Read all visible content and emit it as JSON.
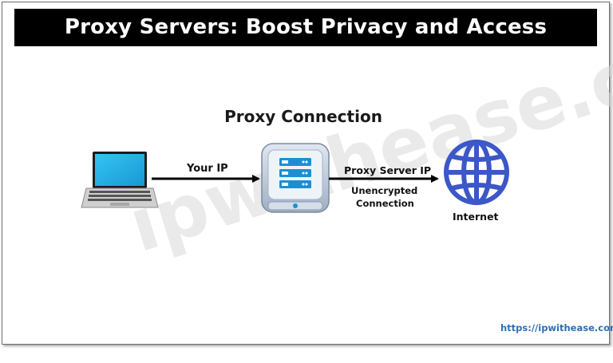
{
  "header": {
    "title": "Proxy Servers: Boost Privacy and Access"
  },
  "diagram": {
    "title": "Proxy Connection",
    "watermark": "ipwithease.com",
    "nodes": [
      {
        "id": "laptop",
        "icon": "laptop-icon",
        "label": ""
      },
      {
        "id": "proxy-server",
        "icon": "server-icon",
        "label": ""
      },
      {
        "id": "internet",
        "icon": "globe-icon",
        "label": "Internet"
      }
    ],
    "edges": [
      {
        "from": "laptop",
        "to": "proxy-server",
        "label": "Your IP"
      },
      {
        "from": "proxy-server",
        "to": "internet",
        "label": "Proxy Server IP",
        "sublabel_line1": "Unencrypted",
        "sublabel_line2": "Connection"
      }
    ]
  },
  "footer": {
    "url": "https://ipwithease.com"
  },
  "colors": {
    "title_bg": "#000000",
    "title_text": "#ffffff",
    "globe": "#3b57c8",
    "screen": "#2fb6e8",
    "link": "#2f6fb4"
  }
}
